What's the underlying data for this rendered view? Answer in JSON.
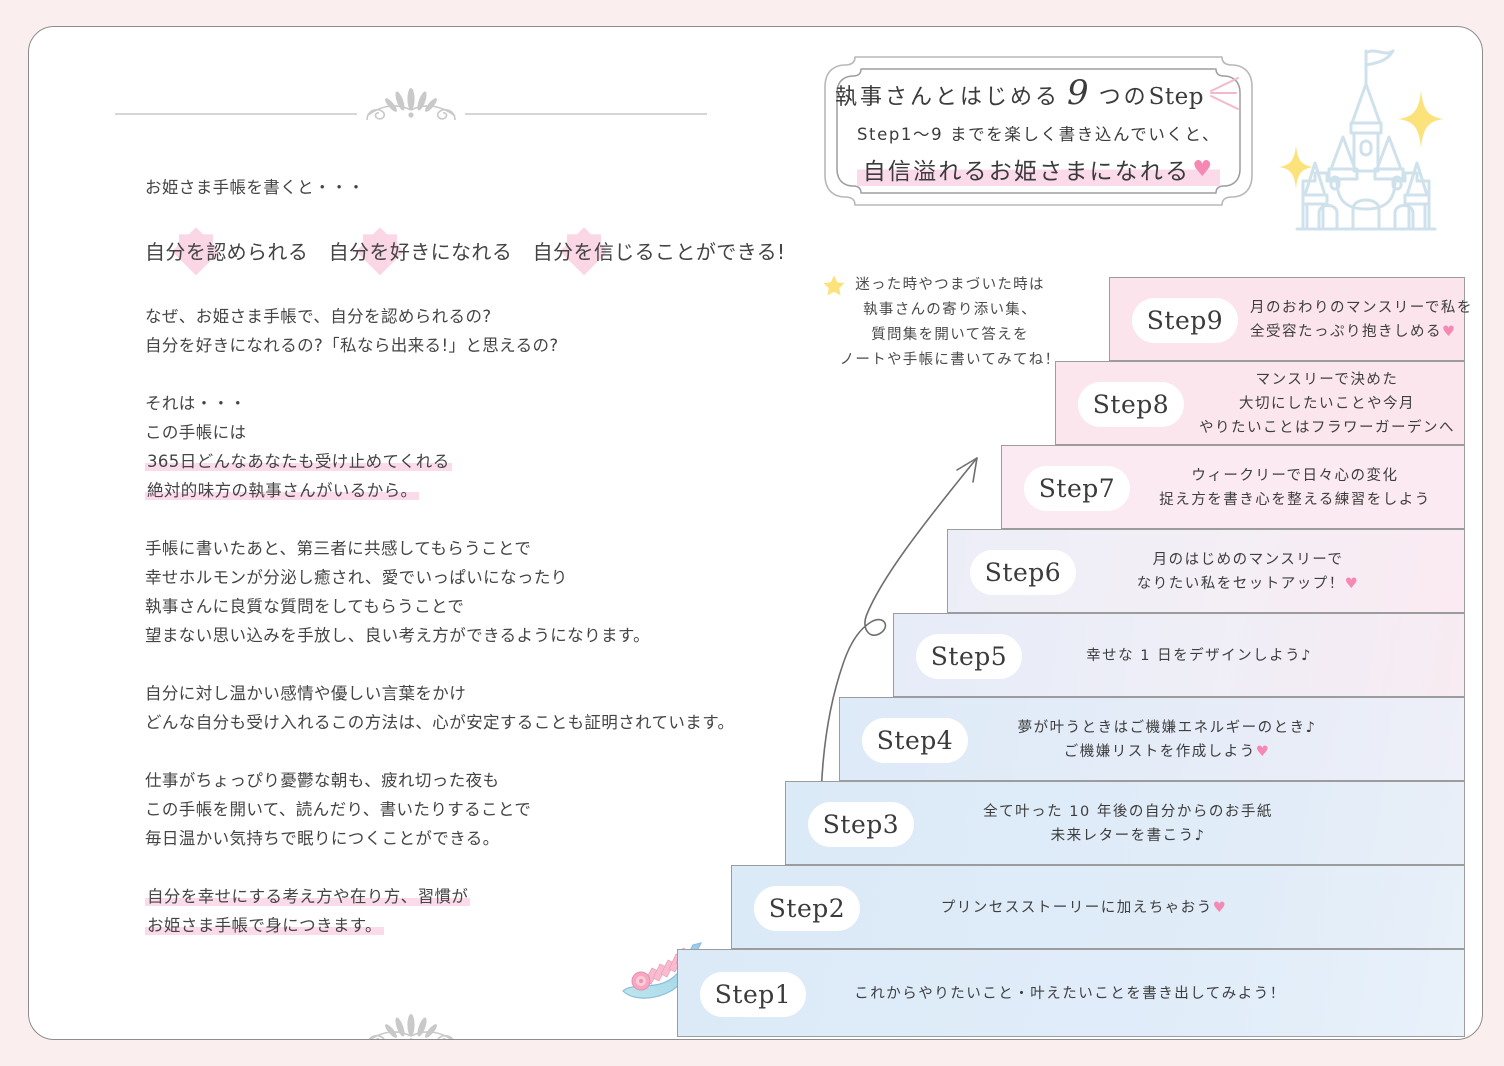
{
  "colors": {
    "bg": "#fbeeee",
    "card": "#ffffff",
    "border": "#8d8d8d",
    "highlight_pink": "#fbdbe9",
    "heart_pink": "#f589b4",
    "heart_soft_pink": "#fbd7e6",
    "castle_blue": "#cfe2ec",
    "sparkle_yellow": "#fbe27a",
    "step_pink": "#fbe8ee",
    "step_blue": "#dcebf7"
  },
  "left": {
    "divider_top_icon": "ornament-flourish-icon",
    "divider_bottom_icon": "ornament-flourish-icon",
    "slipper_icon": "glass-slipper-icon",
    "paragraphs": [
      {
        "lines": [
          {
            "text": "お姫さま手帳を書くと・・・"
          }
        ]
      },
      {
        "lines": [
          {
            "segments": [
              {
                "t": "自分",
                "style": "plain"
              },
              {
                "t": "を",
                "style": "heart"
              },
              {
                "t": "認められる　自分",
                "style": "plain"
              },
              {
                "t": "を",
                "style": "heart"
              },
              {
                "t": "好きになれる　自分",
                "style": "plain"
              },
              {
                "t": "を",
                "style": "heart"
              },
              {
                "t": "信じることができる!",
                "style": "plain"
              }
            ],
            "big": true
          }
        ]
      },
      {
        "lines": [
          {
            "text": "なぜ、お姫さま手帳で、自分を認められるの?"
          },
          {
            "text": "自分を好きになれるの?「私なら出来る!」と思えるの?"
          }
        ]
      },
      {
        "lines": [
          {
            "text": "それは・・・"
          },
          {
            "text": "この手帳には"
          },
          {
            "text": "365日どんなあなたも受け止めてくれる",
            "highlight": true
          },
          {
            "text": "絶対的味方の執事さんがいるから。",
            "highlight": true
          }
        ]
      },
      {
        "lines": [
          {
            "text": "手帳に書いたあと、第三者に共感してもらうことで"
          },
          {
            "text": "幸せホルモンが分泌し癒され、愛でいっぱいになったり"
          },
          {
            "text": "執事さんに良質な質問をしてもらうことで"
          },
          {
            "text": "望まない思い込みを手放し、良い考え方ができるようになります。"
          }
        ]
      },
      {
        "lines": [
          {
            "text": "自分に対し温かい感情や優しい言葉をかけ"
          },
          {
            "text": "どんな自分も受け入れるこの方法は、心が安定することも証明されています。"
          }
        ]
      },
      {
        "lines": [
          {
            "text": "仕事がちょっぴり憂鬱な朝も、疲れ切った夜も"
          },
          {
            "text": "この手帳を開いて、読んだり、書いたりすることで"
          },
          {
            "text": "毎日温かい気持ちで眠りにつくことができる。"
          }
        ]
      },
      {
        "lines": [
          {
            "text": "自分を幸せにする考え方や在り方、習慣が",
            "highlight": true
          },
          {
            "text": "お姫さま手帳で身につきます。",
            "highlight": true
          }
        ]
      }
    ]
  },
  "banner": {
    "line1_before": "執事さんとはじめる",
    "line1_number": "9",
    "line1_after": "つの",
    "line1_step": "Step",
    "line2": "Step1〜9 までを楽しく書き込んでいくと、",
    "line3": "自信溢れるお姫さまになれる",
    "line3_heart": "♥",
    "sparkle_icon": "sparkle-lines-icon"
  },
  "note": {
    "star_icon": "star-icon",
    "lines": [
      "迷った時やつまづいた時は",
      "執事さんの寄り添い集、",
      "質問集を開いて答えを",
      "ノートや手帳に書いてみてね！"
    ]
  },
  "decor": {
    "castle_icon": "castle-icon",
    "sparkle_large_icon": "four-point-sparkle-icon",
    "sparkle_small_icon": "four-point-sparkle-icon",
    "arrow_icon": "curved-up-arrow-icon"
  },
  "stairs": {
    "steps": [
      {
        "label": "Step9",
        "desc": [
          "月のおわりのマンスリーで私を",
          "全受容たっぷり抱きしめる♥"
        ],
        "heart_on_last": true,
        "color": "#fbe4ec"
      },
      {
        "label": "Step8",
        "desc": [
          "マンスリーで決めた",
          "大切にしたいことや今月",
          "やりたいことはフラワーガーデンへ"
        ],
        "heart_on_last": false,
        "color": "#fbe6ee"
      },
      {
        "label": "Step7",
        "desc": [
          "ウィークリーで日々心の変化",
          "捉え方を書き心を整える練習をしよう"
        ],
        "heart_on_last": false,
        "color": "#fbeaf1"
      },
      {
        "label": "Step6",
        "desc": [
          "月のはじめのマンスリーで",
          "なりたい私をセットアップ！♥"
        ],
        "heart_on_last": true,
        "color": "#f4eef5"
      },
      {
        "label": "Step5",
        "desc": [
          "幸せな 1 日をデザインしよう♪"
        ],
        "heart_on_last": false,
        "color": "#eceef7"
      },
      {
        "label": "Step4",
        "desc": [
          "夢が叶うときはご機嫌エネルギーのとき♪",
          "ご機嫌リストを作成しよう♥"
        ],
        "heart_on_last": true,
        "color": "#e1ecf8"
      },
      {
        "label": "Step3",
        "desc": [
          "全て叶った 10 年後の自分からのお手紙",
          "未来レターを書こう♪"
        ],
        "heart_on_last": false,
        "color": "#dbeaf7"
      },
      {
        "label": "Step2",
        "desc": [
          "プリンセスストーリーに加えちゃおう♥"
        ],
        "heart_on_last": true,
        "color": "#dcebf7"
      },
      {
        "label": "Step1",
        "desc": [
          "これからやりたいこと・叶えたいことを書き出してみよう！"
        ],
        "heart_on_last": false,
        "color": "#ddecf8"
      }
    ]
  }
}
